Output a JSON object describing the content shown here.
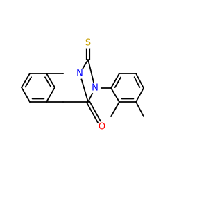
{
  "molecule": {
    "atoms": [
      {
        "id": "N1",
        "symbol": "N",
        "name": "ring-nitrogen-n1",
        "color": "#0000ff"
      },
      {
        "id": "N2",
        "symbol": "N",
        "name": "ring-nitrogen-n2",
        "color": "#0000ff"
      },
      {
        "id": "S",
        "symbol": "S",
        "name": "thione-sulfur",
        "color": "#c8a000"
      },
      {
        "id": "O",
        "symbol": "O",
        "name": "carbonyl-oxygen",
        "color": "#ff0000"
      }
    ]
  }
}
